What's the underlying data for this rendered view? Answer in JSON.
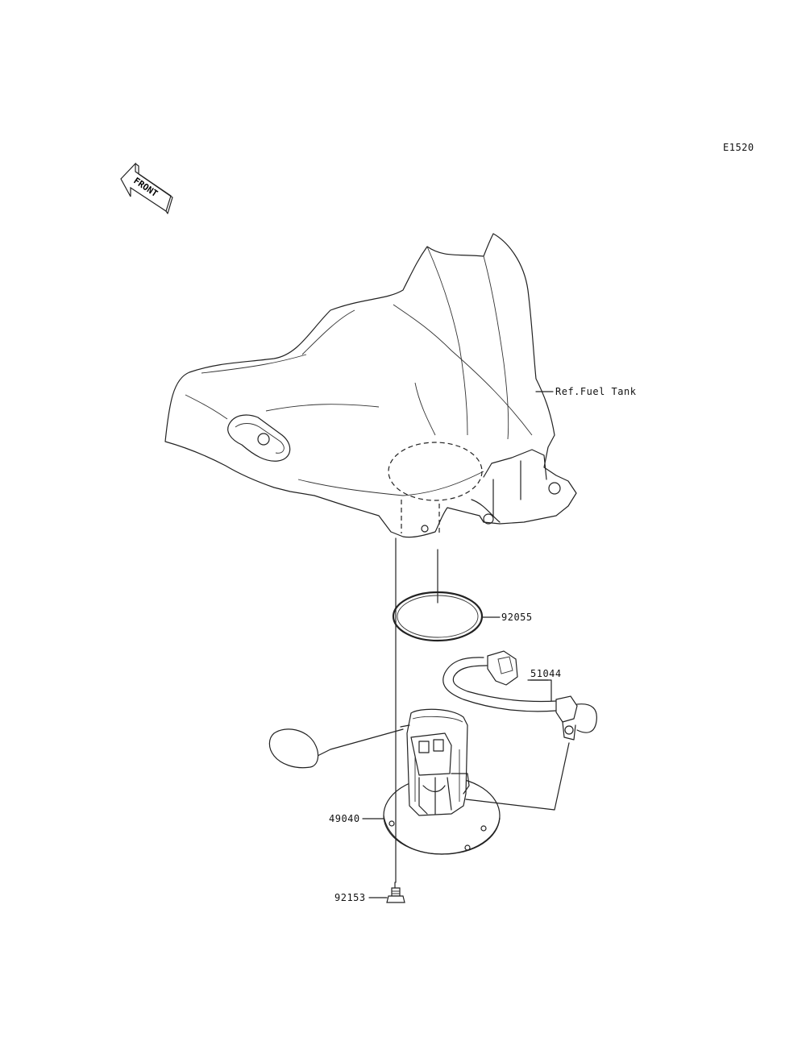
{
  "diagram_code": "E1520",
  "front_label": "FRONT",
  "callouts": {
    "fuel_tank": "Ref.Fuel Tank",
    "o_ring": "92055",
    "hose": "51044",
    "fuel_pump": "49040",
    "bolt": "92153"
  }
}
